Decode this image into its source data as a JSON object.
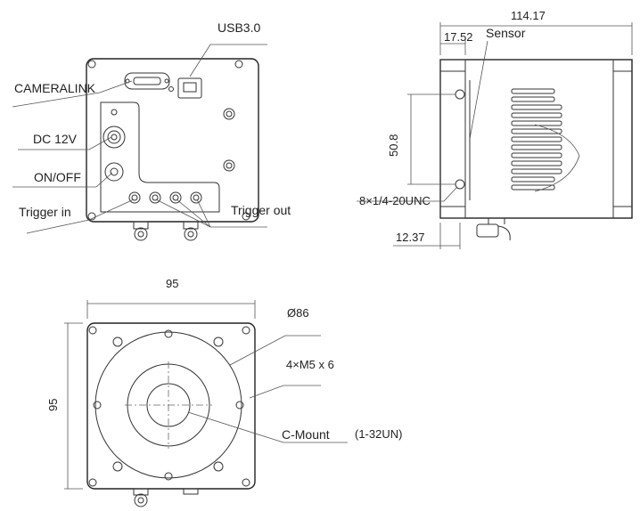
{
  "rear_view": {
    "labels": {
      "usb": "USB3.0",
      "cameralink": "CAMERALINK",
      "dc": "DC 12V",
      "onoff": "ON/OFF",
      "trigger_in": "Trigger in",
      "trigger_out": "Trigger out"
    }
  },
  "side_view": {
    "dims": {
      "length": "114.17",
      "sensor_offset": "17.52",
      "sensor": "Sensor",
      "height": "50.8",
      "screw": "8×1/4-20UNC",
      "base": "12.37"
    }
  },
  "front_view": {
    "dims": {
      "width": "95",
      "height": "95",
      "diameter": "Ø86",
      "screws": "4×M5  x 6",
      "mount": "C-Mount",
      "mount_thread": "(1-32UN)"
    }
  },
  "colors": {
    "line": "#222222",
    "background": "#ffffff"
  }
}
